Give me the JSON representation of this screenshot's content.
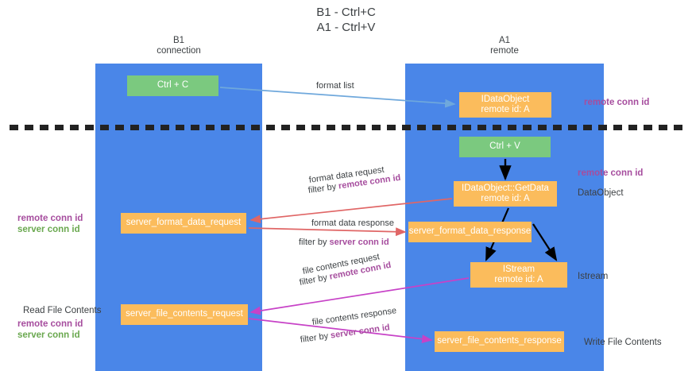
{
  "title": "B1 - Ctrl+C\nA1 - Ctrl+V",
  "lanes": [
    {
      "id": "b1",
      "header": "B1\nconnection",
      "color": "#4a86e8"
    },
    {
      "id": "a1",
      "header": "A1\nremote",
      "color": "#4a86e8"
    }
  ],
  "colors": {
    "lane": "#4a86e8",
    "green_box": "#7bc97f",
    "orange_box": "#fbbc5c",
    "purple_text": "#a64d9e",
    "green_text": "#6aa84f",
    "grey_text": "#3c4043",
    "arrow_blue": "#6fa8dc",
    "arrow_red": "#e06666",
    "arrow_magenta": "#c742c7",
    "arrow_black": "#000000",
    "divider": "#222222"
  },
  "nodes": [
    {
      "id": "ctrl-c",
      "label": "Ctrl + C",
      "style": "green",
      "lane": "b1"
    },
    {
      "id": "idataobject",
      "label": "IDataObject\nremote id: A",
      "style": "orange",
      "lane": "a1"
    },
    {
      "id": "ctrl-v",
      "label": "Ctrl + V",
      "style": "green",
      "lane": "a1"
    },
    {
      "id": "getdata",
      "label": "IDataObject::GetData\nremote id: A",
      "style": "orange",
      "lane": "a1"
    },
    {
      "id": "server-format-data-request",
      "label": "server_format_data_request",
      "style": "orange",
      "lane": "b1"
    },
    {
      "id": "server-format-data-response",
      "label": "server_format_data_response",
      "style": "orange",
      "lane": "a1"
    },
    {
      "id": "istream",
      "label": "IStream\nremote id: A",
      "style": "orange",
      "lane": "a1"
    },
    {
      "id": "server-file-contents-request",
      "label": "server_file_contents_request",
      "style": "orange",
      "lane": "b1"
    },
    {
      "id": "server-file-contents-response",
      "label": "server_file_contents_response",
      "style": "orange",
      "lane": "a1"
    }
  ],
  "edge_labels": {
    "format_list": "format list",
    "format_data_request": "format data request",
    "filter_by_prefix": "filter by ",
    "remote_conn_id": "remote conn id",
    "server_conn_id": "server conn id",
    "format_data_response": "format data response",
    "file_contents_request": "file contents request",
    "file_contents_response": "file contents response"
  },
  "side_annotations": {
    "remote_conn_id_top": "remote conn id",
    "remote_conn_id_mid": "remote conn id",
    "dataobject": "DataObject",
    "istream": "Istream",
    "write_file_contents": "Write File Contents"
  },
  "left_annotations": {
    "read_file_contents": "Read File Contents",
    "remote_conn_id": "remote conn id",
    "server_conn_id": "server conn id"
  }
}
